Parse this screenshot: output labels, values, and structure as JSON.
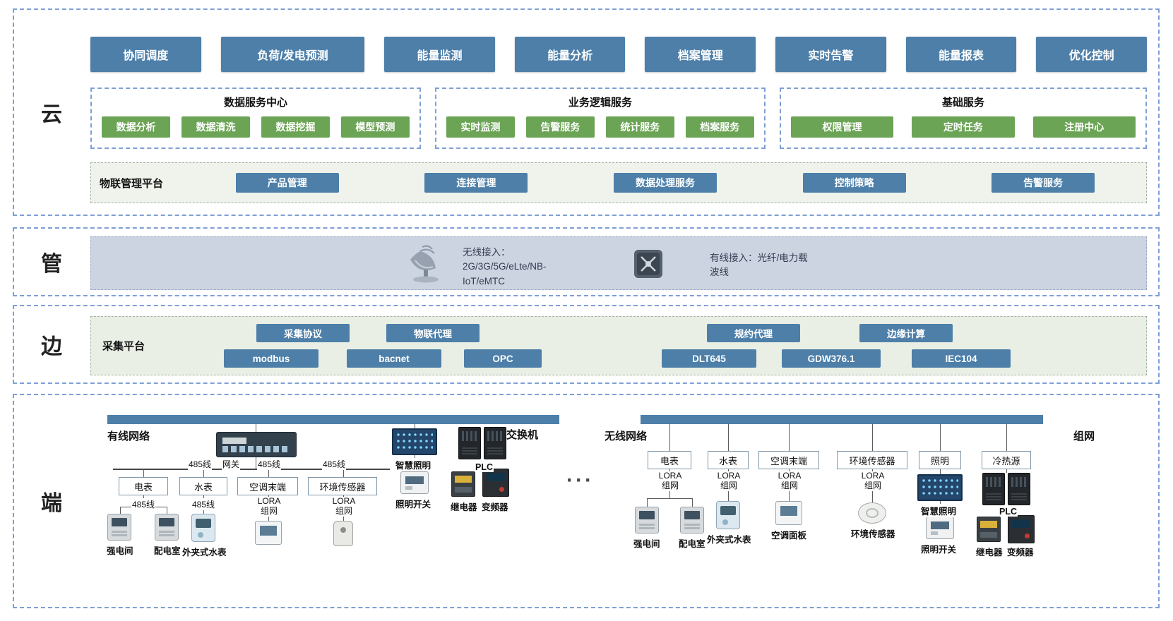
{
  "colors": {
    "blue": "#4d7fa9",
    "green": "#6ba455",
    "pipe_bg": "#ccd4e1",
    "edge_bg": "#e9efe4",
    "platform_bg": "#eff3ec",
    "dashed": "#7e9fd6"
  },
  "cloud": {
    "label": "云",
    "apps": [
      "协同调度",
      "负荷/发电预测",
      "能量监测",
      "能量分析",
      "档案管理",
      "实时告警",
      "能量报表",
      "优化控制"
    ],
    "groups": [
      {
        "title": "数据服务中心",
        "items": [
          "数据分析",
          "数据清洗",
          "数据挖掘",
          "模型预测"
        ]
      },
      {
        "title": "业务逻辑服务",
        "items": [
          "实时监测",
          "告警服务",
          "统计服务",
          "档案服务"
        ]
      },
      {
        "title": "基础服务",
        "items": [
          "权限管理",
          "定时任务",
          "注册中心"
        ]
      }
    ],
    "platform": {
      "title": "物联管理平台",
      "items": [
        "产品管理",
        "连接管理",
        "数据处理服务",
        "控制策略",
        "告警服务"
      ]
    }
  },
  "pipe": {
    "label": "管",
    "wireless": {
      "title": "无线接入：",
      "detail": "2G/3G/5G/eLte/NB-IoT/eMTC"
    },
    "wired": {
      "title": "有线接入：",
      "detail": "光纤/电力载波线"
    }
  },
  "edge": {
    "label": "边",
    "platform": "采集平台",
    "headers": [
      "采集协议",
      "物联代理",
      "规约代理",
      "边缘计算"
    ],
    "protocols": [
      "modbus",
      "bacnet",
      "OPC",
      "DLT645",
      "GDW376.1",
      "IEC104"
    ]
  },
  "terminal": {
    "label": "端",
    "ellipsis": "···",
    "wired_title": "有线网络",
    "wireless_title": "无线网络",
    "switch": "交换机",
    "networking": "组网",
    "gateway": "网关",
    "line485": "485线",
    "lora": "LORA组网",
    "boxes": {
      "meter": "电表",
      "water": "水表",
      "ac_terminal": "空调末端",
      "env_sensor": "环境传感器",
      "lighting": "照明",
      "hvac": "冷热源"
    },
    "devices": {
      "strong_room": "强电间",
      "dist_room": "配电室",
      "clamp_water": "外夹式水表",
      "smart_light": "智慧照明",
      "light_switch": "照明开关",
      "plc": "PLC",
      "relay": "继电器",
      "vfd": "变频器",
      "ac_panel": "空调面板",
      "env_sensor": "环境传感器"
    }
  }
}
